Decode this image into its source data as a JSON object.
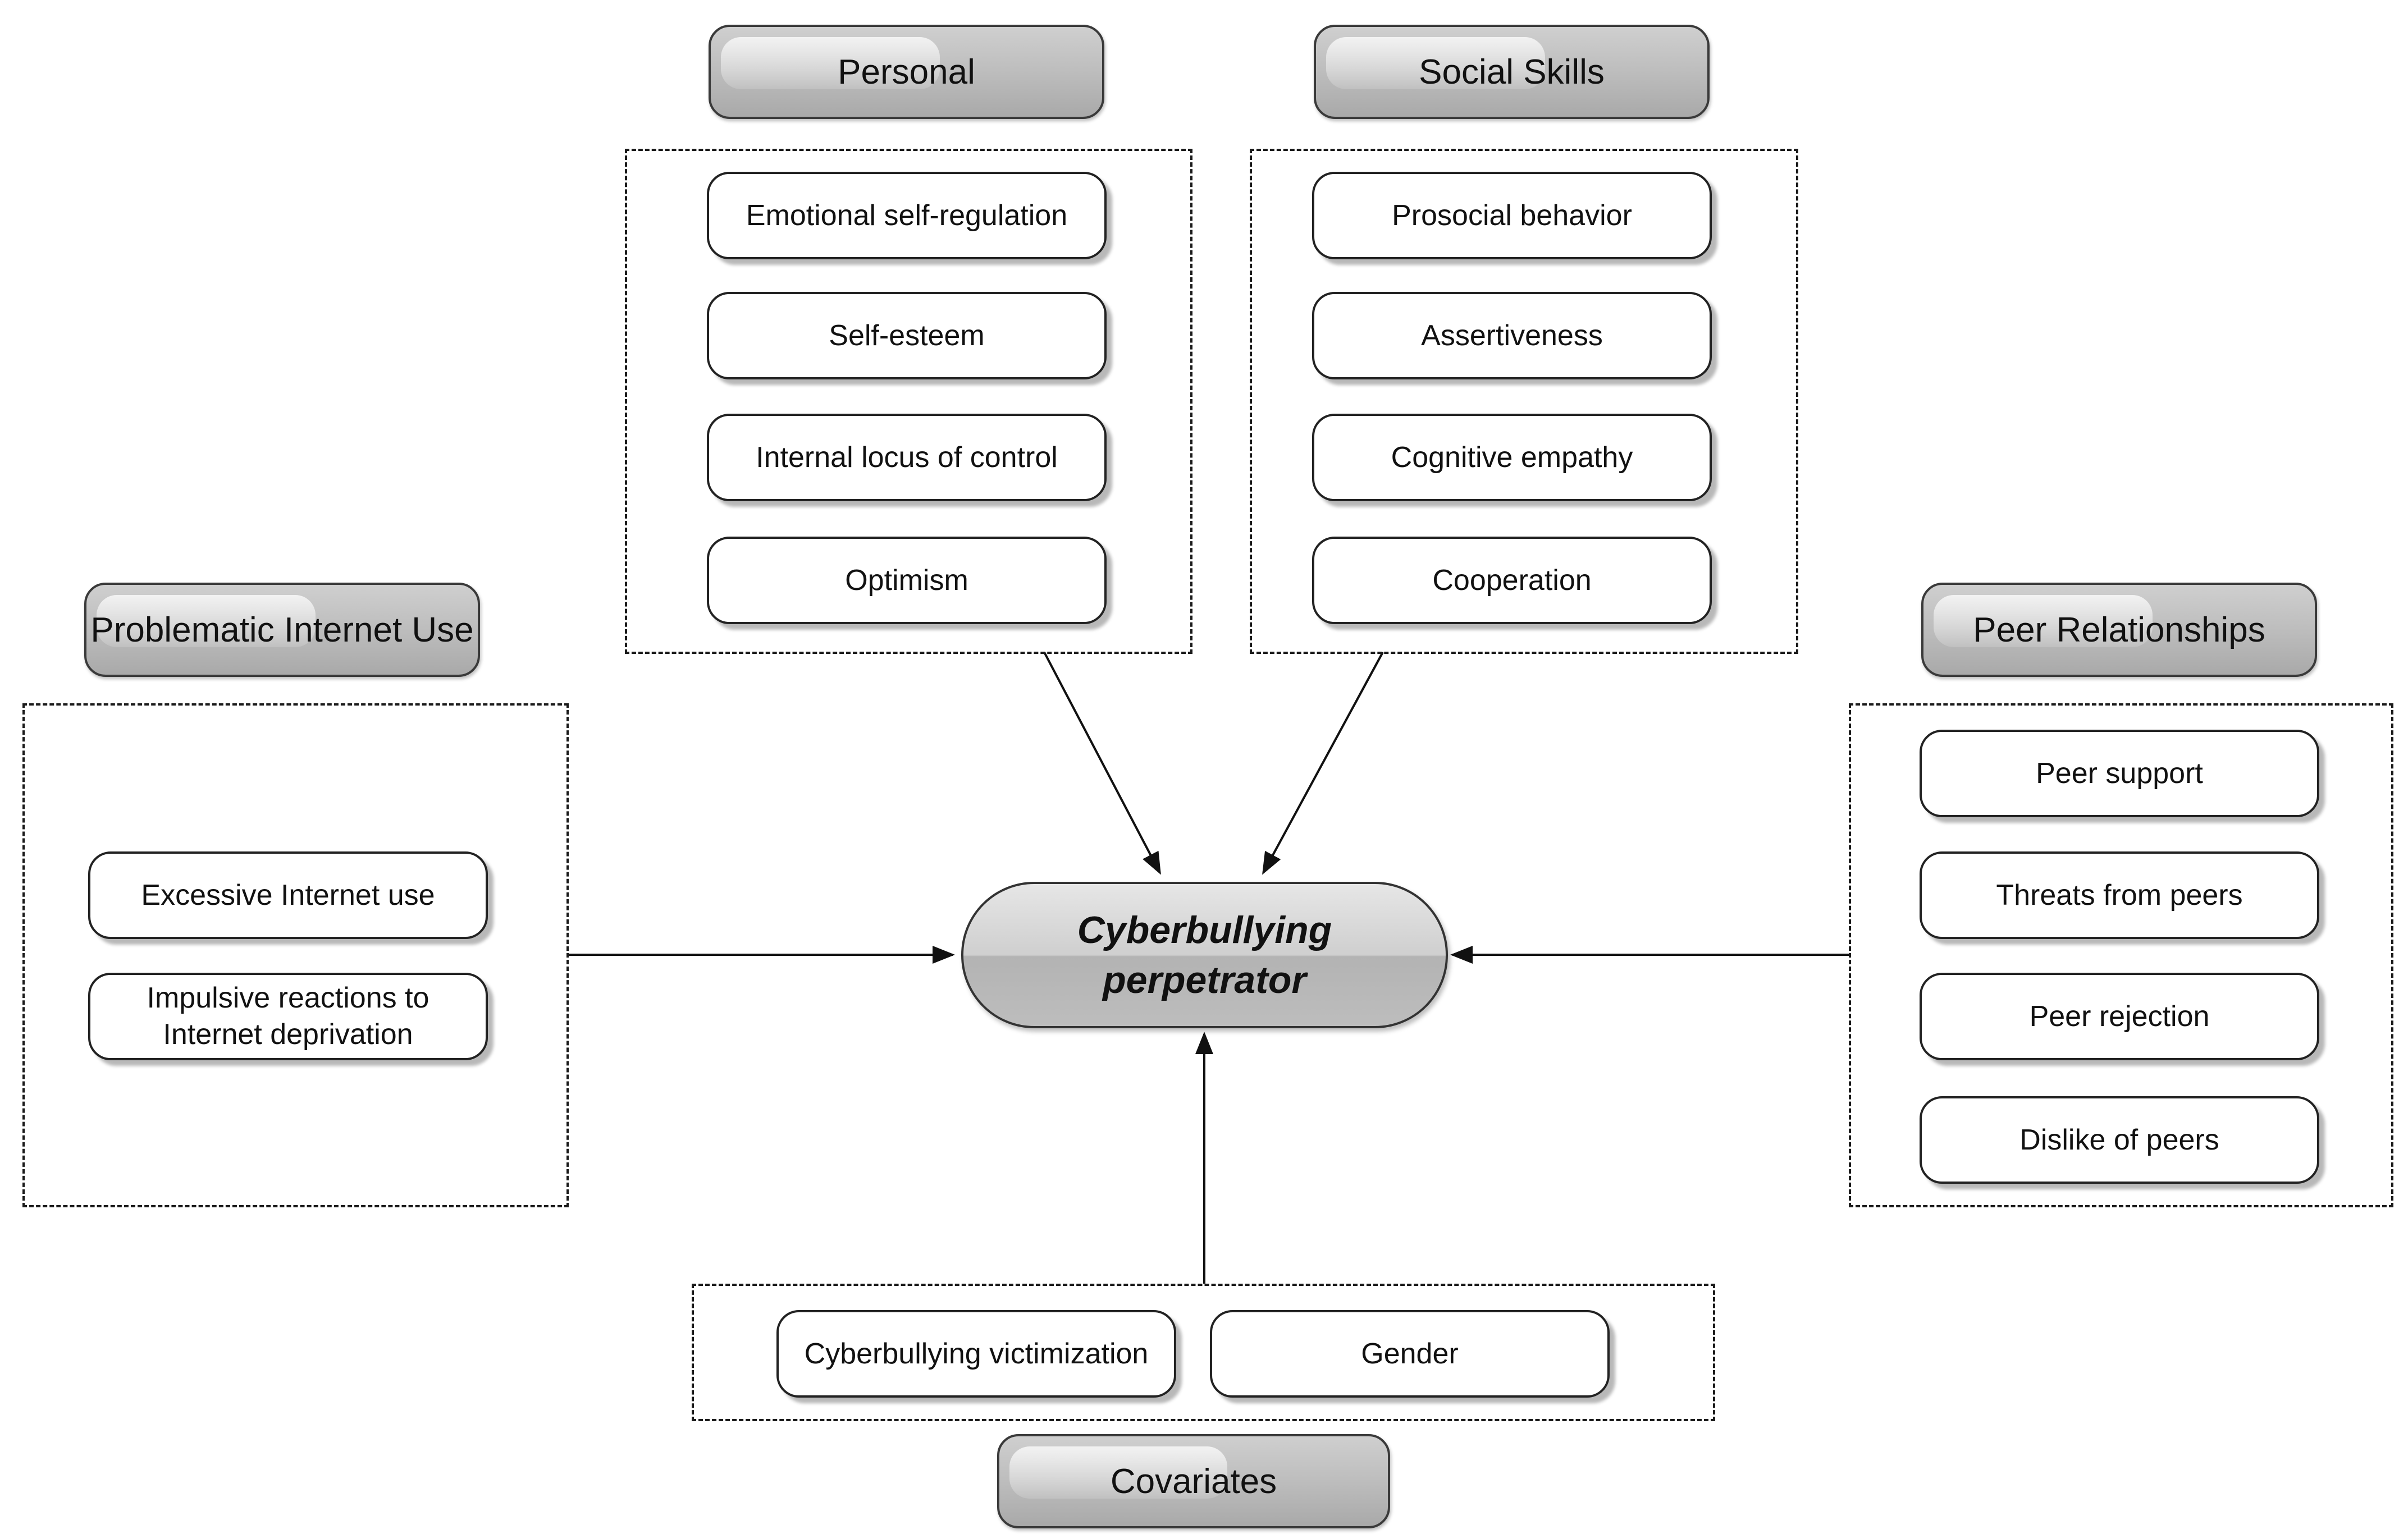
{
  "diagram": {
    "center": {
      "line1": "Cyberbullying",
      "line2": "perpetrator"
    },
    "personal": {
      "title": "Personal",
      "items": [
        "Emotional self-regulation",
        "Self-esteem",
        "Internal locus of control",
        "Optimism"
      ]
    },
    "social_skills": {
      "title": "Social Skills",
      "items": [
        "Prosocial behavior",
        "Assertiveness",
        "Cognitive empathy",
        "Cooperation"
      ]
    },
    "problematic_internet_use": {
      "title": "Problematic Internet Use",
      "items": [
        "Excessive Internet use",
        "Impulsive reactions to",
        "Internet deprivation"
      ]
    },
    "peer_relationships": {
      "title": "Peer Relationships",
      "items": [
        "Peer support",
        "Threats from peers",
        "Peer rejection",
        "Dislike of peers"
      ]
    },
    "covariates": {
      "title": "Covariates",
      "items": [
        "Cyberbullying victimization",
        "Gender"
      ]
    },
    "edges": [
      {
        "from": "Personal",
        "to": "Cyberbullying perpetrator"
      },
      {
        "from": "Social Skills",
        "to": "Cyberbullying perpetrator"
      },
      {
        "from": "Problematic Internet Use",
        "to": "Cyberbullying perpetrator"
      },
      {
        "from": "Peer Relationships",
        "to": "Cyberbullying perpetrator"
      },
      {
        "from": "Covariates",
        "to": "Cyberbullying perpetrator"
      }
    ]
  }
}
